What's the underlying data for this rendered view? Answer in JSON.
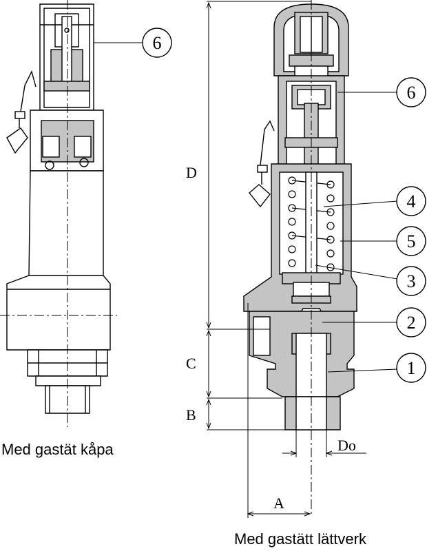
{
  "captions": {
    "left": "Med gastät kåpa",
    "right": "Med gastätt lättverk"
  },
  "dimensions": {
    "d": "D",
    "c": "C",
    "b": "B",
    "a": "A",
    "do": "Do"
  },
  "callouts": [
    "6",
    "6",
    "4",
    "5",
    "3",
    "2",
    "1"
  ],
  "colors": {
    "line": "#000000",
    "hatch": "#bdbdbd",
    "background": "#ffffff"
  }
}
